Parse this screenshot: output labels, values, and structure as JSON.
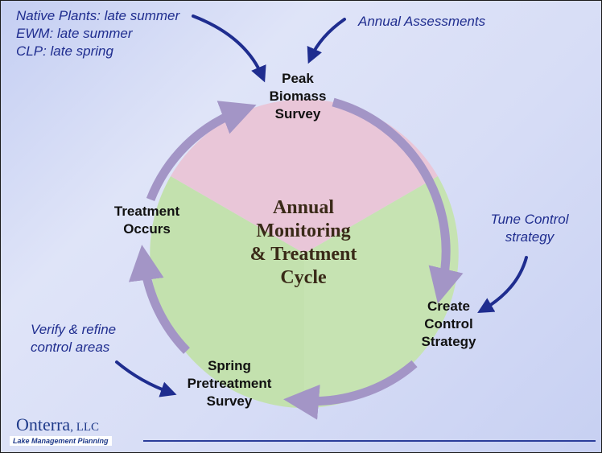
{
  "notes": {
    "peak_timing_line1": "Native Plants: late summer",
    "peak_timing_line2": "EWM: late summer",
    "peak_timing_line3": "CLP: late spring",
    "annual_assessments": "Annual Assessments",
    "tune_control_line1": "Tune Control",
    "tune_control_line2": "strategy",
    "verify_refine_line1": "Verify & refine",
    "verify_refine_line2": "control areas"
  },
  "stages": {
    "peak_line1": "Peak",
    "peak_line2": "Biomass",
    "peak_line3": "Survey",
    "create_line1": "Create",
    "create_line2": "Control",
    "create_line3": "Strategy",
    "spring_line1": "Spring",
    "spring_line2": "Pretreatment",
    "spring_line3": "Survey",
    "treatment_line1": "Treatment",
    "treatment_line2": "Occurs"
  },
  "center": {
    "line1": "Annual",
    "line2": "Monitoring",
    "line3": "& Treatment",
    "line4": "Cycle"
  },
  "logo": {
    "name": "Onterra",
    "suffix": ", LLC",
    "tagline": "Lake Management Planning"
  },
  "colors": {
    "pink_sector": "#e9c6d8",
    "green_sector": "#c6e3b2",
    "cycle_arrow": "#a395c6",
    "note_text": "#1f2d8f",
    "pointer_arrow": "#1f2d8f"
  }
}
